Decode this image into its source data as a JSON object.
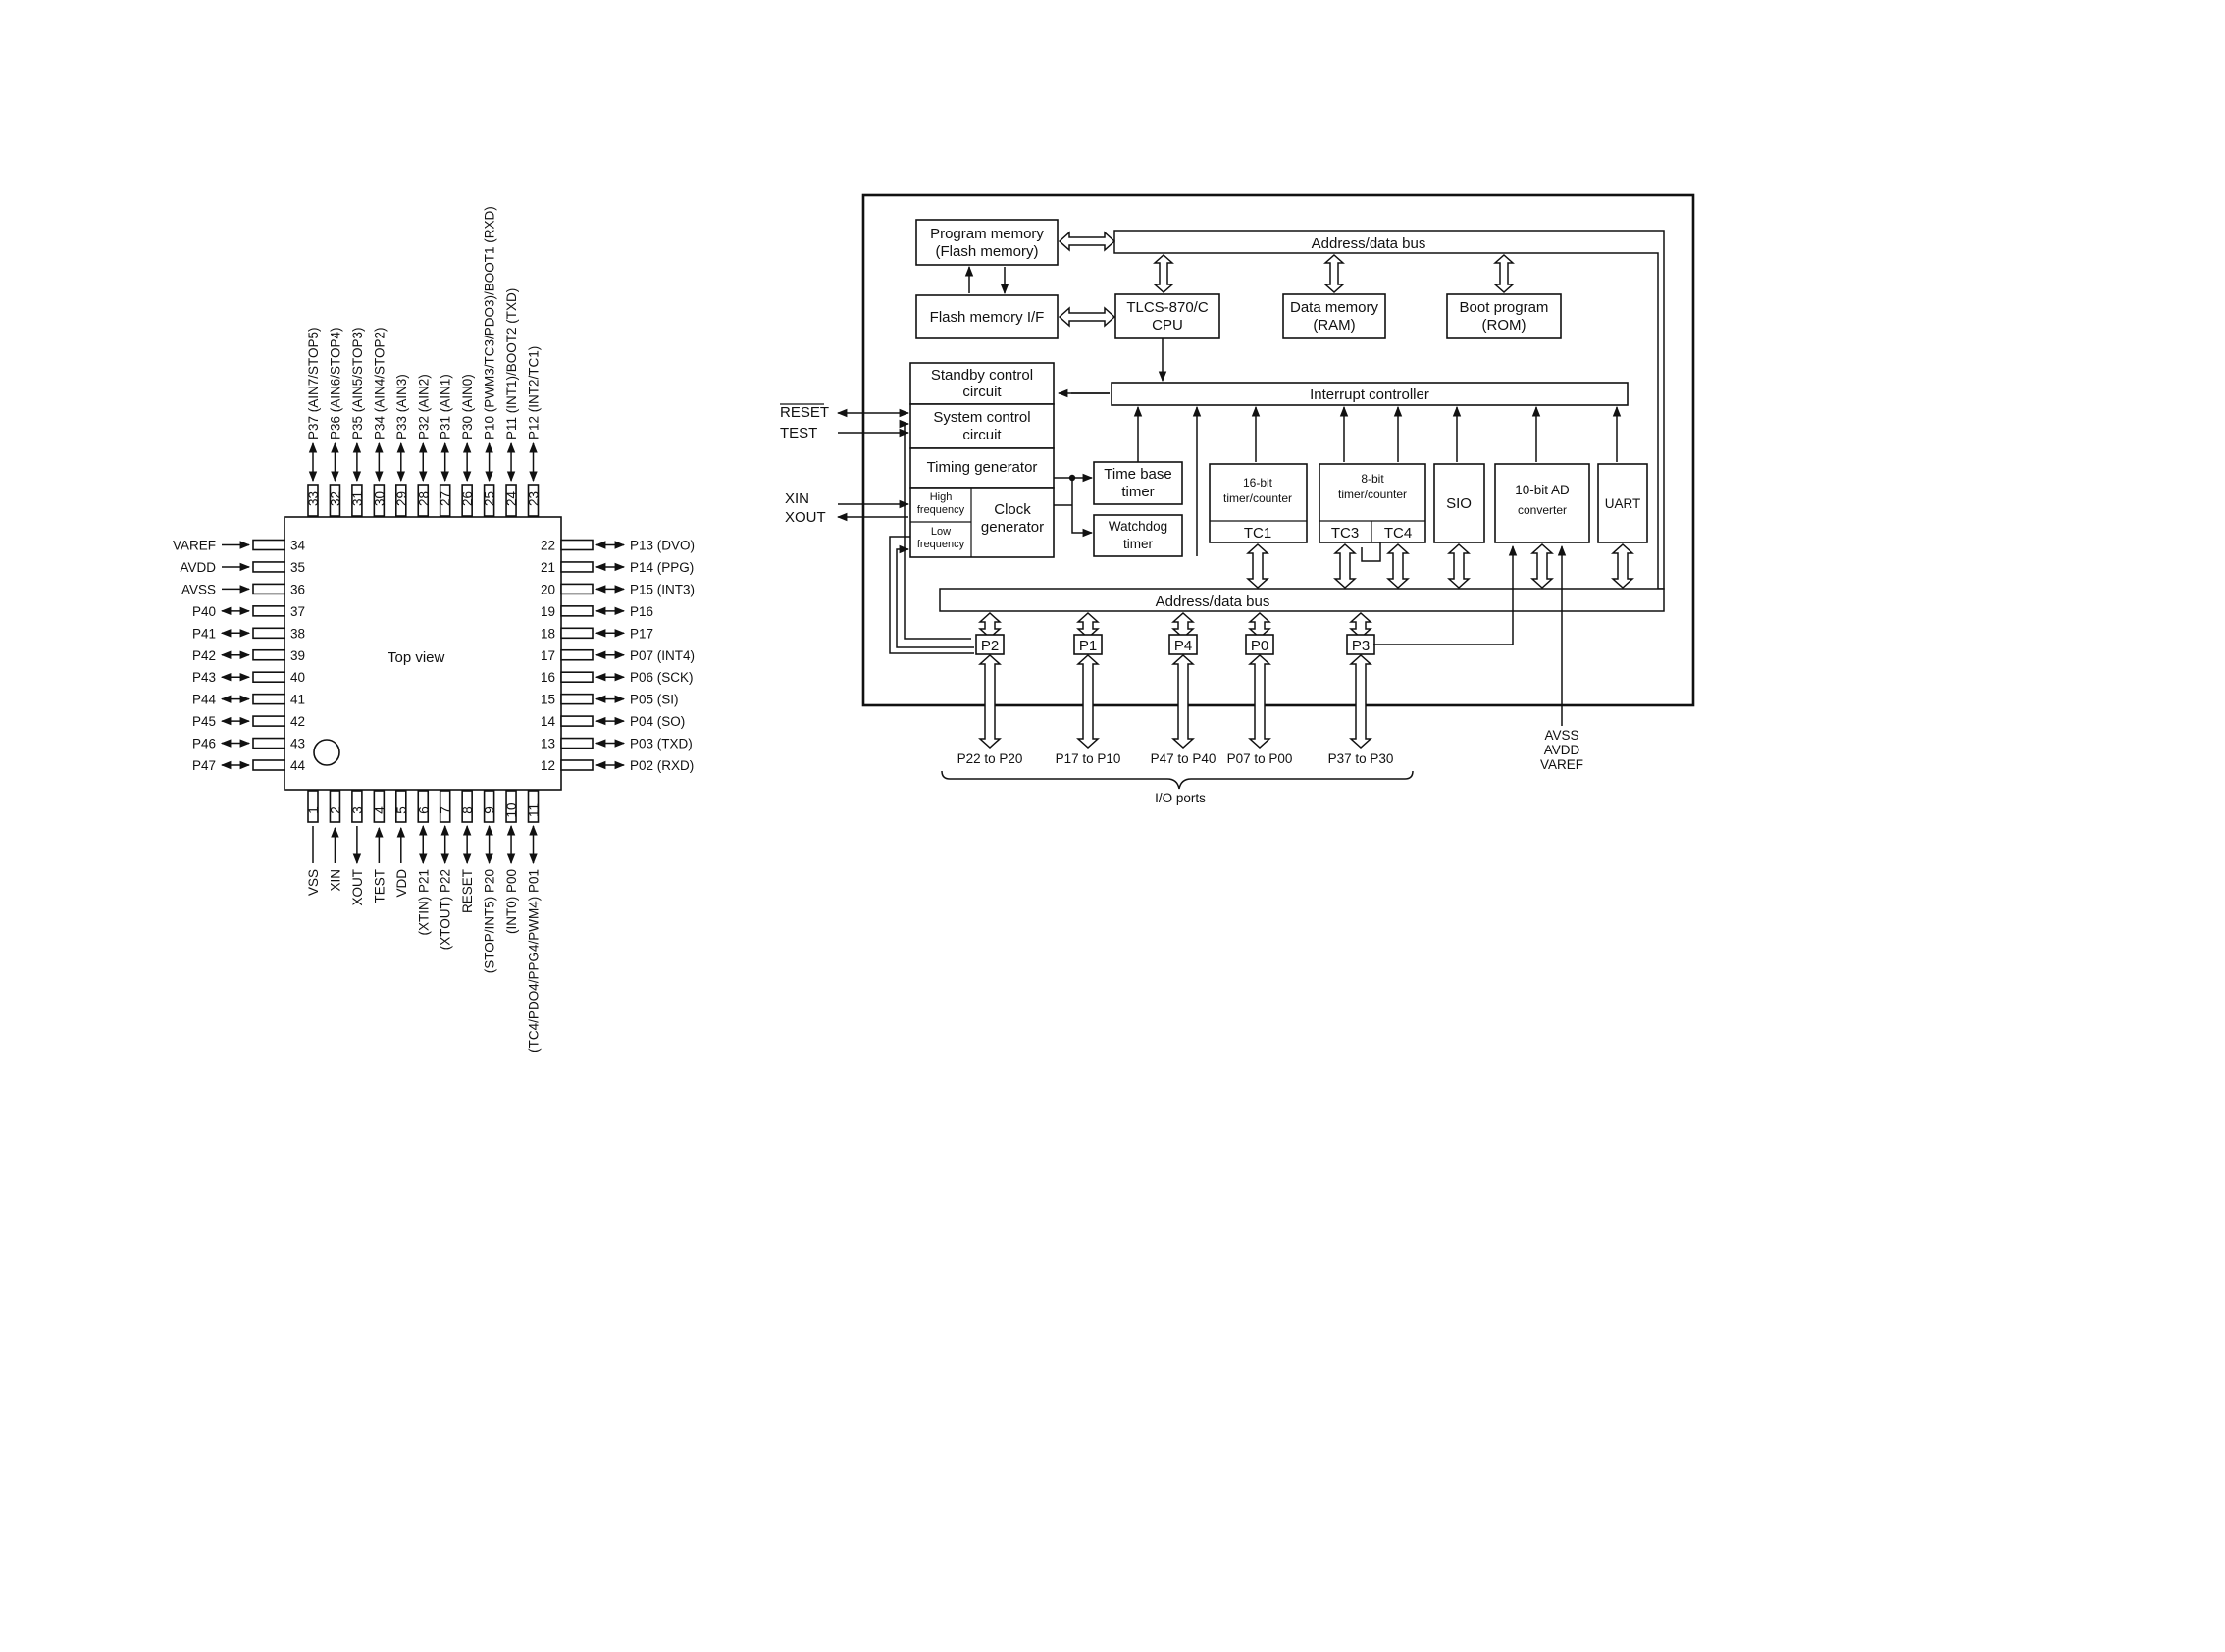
{
  "package": {
    "center_label": "Top view",
    "top_pins": [
      {
        "num": "33",
        "name": "P37 (AIN7/STOP5)"
      },
      {
        "num": "32",
        "name": "P36 (AIN6/STOP4)"
      },
      {
        "num": "31",
        "name": "P35 (AIN5/STOP3)"
      },
      {
        "num": "30",
        "name": "P34 (AIN4/STOP2)"
      },
      {
        "num": "29",
        "name": "P33 (AIN3)"
      },
      {
        "num": "28",
        "name": "P32 (AIN2)"
      },
      {
        "num": "27",
        "name": "P31 (AIN1)"
      },
      {
        "num": "26",
        "name": "P30 (AIN0)"
      },
      {
        "num": "25",
        "name": "P10 (PWM3/TC3/PDO3)/BOOT1 (RXD)"
      },
      {
        "num": "24",
        "name": "P11 (INT1)/BOOT2 (TXD)"
      },
      {
        "num": "23",
        "name": "P12 (INT2/TC1)"
      }
    ],
    "left_pins": [
      {
        "num": "34",
        "name": "VAREF"
      },
      {
        "num": "35",
        "name": "AVDD"
      },
      {
        "num": "36",
        "name": "AVSS"
      },
      {
        "num": "37",
        "name": "P40"
      },
      {
        "num": "38",
        "name": "P41"
      },
      {
        "num": "39",
        "name": "P42"
      },
      {
        "num": "40",
        "name": "P43"
      },
      {
        "num": "41",
        "name": "P44"
      },
      {
        "num": "42",
        "name": "P45"
      },
      {
        "num": "43",
        "name": "P46"
      },
      {
        "num": "44",
        "name": "P47"
      }
    ],
    "right_pins": [
      {
        "num": "22",
        "name": "P13 (DVO)"
      },
      {
        "num": "21",
        "name": "P14 (PPG)"
      },
      {
        "num": "20",
        "name": "P15 (INT3)"
      },
      {
        "num": "19",
        "name": "P16"
      },
      {
        "num": "18",
        "name": "P17"
      },
      {
        "num": "17",
        "name": "P07 (INT4)"
      },
      {
        "num": "16",
        "name": "P06 (SCK)"
      },
      {
        "num": "15",
        "name": "P05 (SI)"
      },
      {
        "num": "14",
        "name": "P04 (SO)"
      },
      {
        "num": "13",
        "name": "P03 (TXD)"
      },
      {
        "num": "12",
        "name": "P02 (RXD)"
      }
    ],
    "bottom_pins": [
      {
        "num": "1",
        "name": "VSS"
      },
      {
        "num": "2",
        "name": "XIN"
      },
      {
        "num": "3",
        "name": "XOUT"
      },
      {
        "num": "4",
        "name": "TEST"
      },
      {
        "num": "5",
        "name": "VDD"
      },
      {
        "num": "6",
        "name": "(XTIN) P21"
      },
      {
        "num": "7",
        "name": "(XTOUT) P22"
      },
      {
        "num": "8",
        "name": "RESET"
      },
      {
        "num": "9",
        "name": "(STOP/INT5) P20"
      },
      {
        "num": "10",
        "name": "(INT0) P00"
      },
      {
        "num": "11",
        "name": "(TC4/PDO4/PPG4/PWM4) P01"
      }
    ]
  },
  "block": {
    "program_memory_1": "Program memory",
    "program_memory_2": "(Flash memory)",
    "flash_if": "Flash memory I/F",
    "cpu_1": "TLCS-870/C",
    "cpu_2": "CPU",
    "ram_1": "Data memory",
    "ram_2": "(RAM)",
    "rom_1": "Boot program",
    "rom_2": "(ROM)",
    "top_bus": "Address/data bus",
    "bottom_bus": "Address/data bus",
    "interrupt": "Interrupt controller",
    "standby_1": "Standby control",
    "standby_2": "circuit",
    "system_1": "System control",
    "system_2": "circuit",
    "timing": "Timing generator",
    "high_1": "High",
    "high_2": "frequency",
    "low_1": "Low",
    "low_2": "frequency",
    "clock_1": "Clock",
    "clock_2": "generator",
    "tbt_1": "Time base",
    "tbt_2": "timer",
    "wdt_1": "Watchdog",
    "wdt_2": "timer",
    "t16_1": "16-bit",
    "t16_2": "timer/counter",
    "tc1": "TC1",
    "t8_1": "8-bit",
    "t8_2": "timer/counter",
    "tc3": "TC3",
    "tc4": "TC4",
    "sio": "SIO",
    "adc_1": "10-bit AD",
    "adc_2": "converter",
    "uart": "UART",
    "reset": "RESET",
    "test": "TEST",
    "xin": "XIN",
    "xout": "XOUT",
    "ports": [
      "P2",
      "P1",
      "P4",
      "P0",
      "P3"
    ],
    "port_ranges": [
      "P22 to P20",
      "P17 to P10",
      "P47 to P40",
      "P07 to P00",
      "P37 to P30"
    ],
    "io_ports": "I/O ports",
    "avss": "AVSS",
    "avdd": "AVDD",
    "varef": "VAREF"
  }
}
